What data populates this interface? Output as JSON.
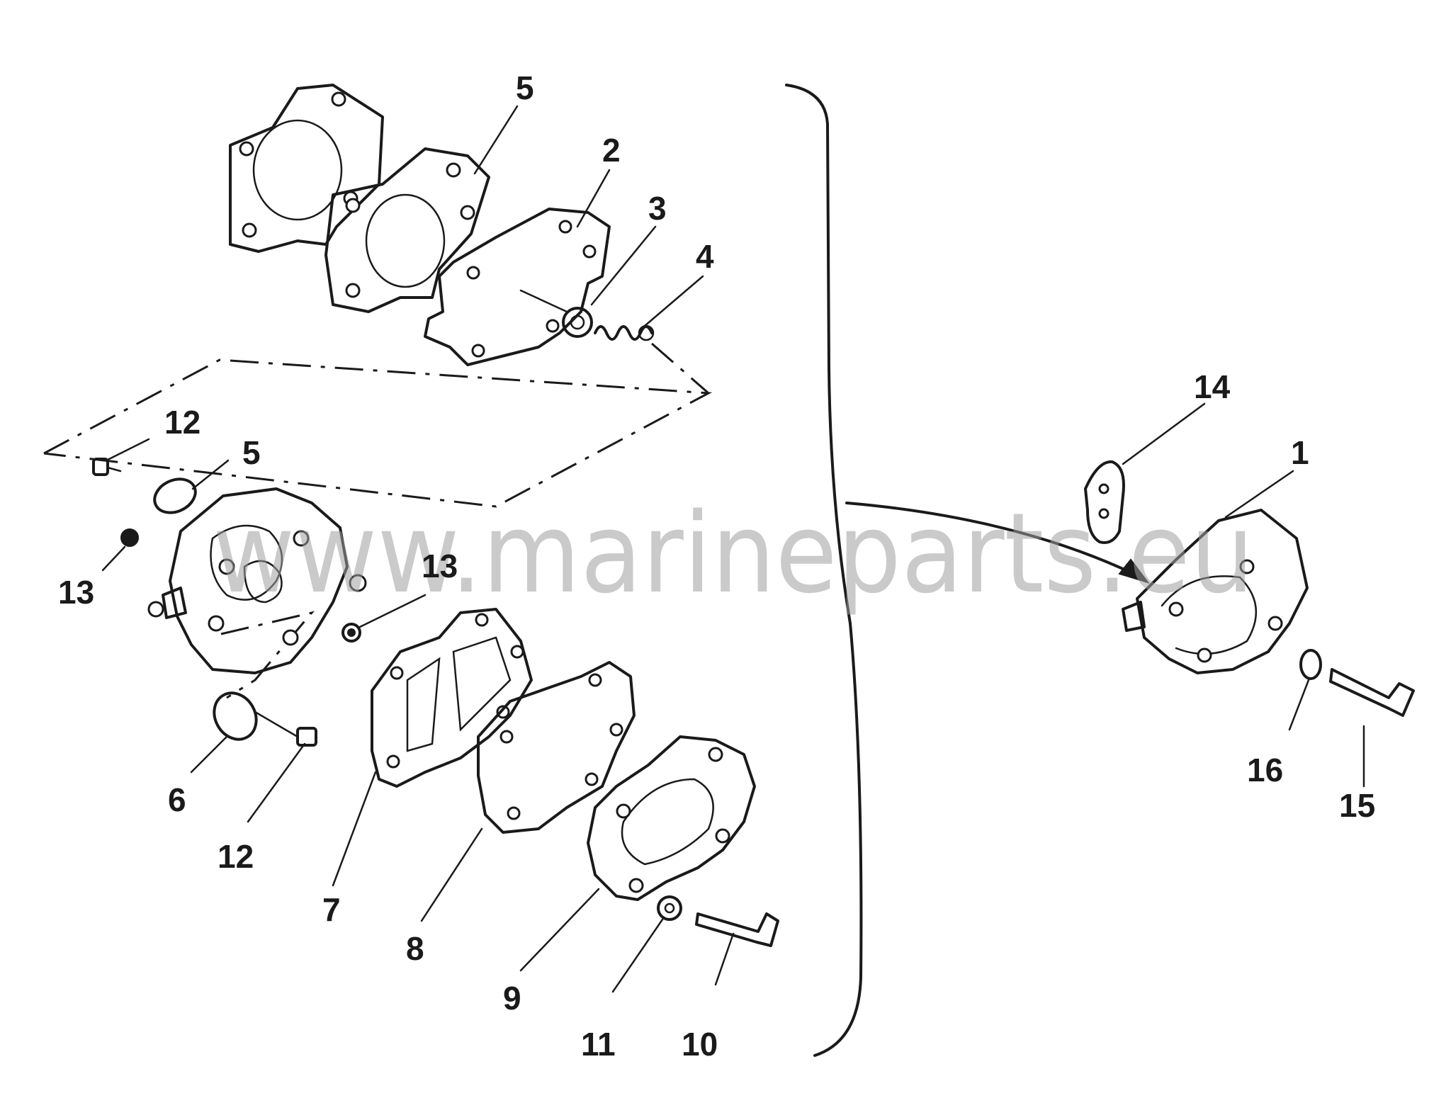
{
  "watermark": "www.marineparts.eu",
  "callouts": [
    {
      "id": "c5a",
      "text": "5"
    },
    {
      "id": "c2",
      "text": "2"
    },
    {
      "id": "c3",
      "text": "3"
    },
    {
      "id": "c4",
      "text": "4"
    },
    {
      "id": "c12a",
      "text": "12"
    },
    {
      "id": "c5b",
      "text": "5"
    },
    {
      "id": "c13a",
      "text": "13"
    },
    {
      "id": "c13b",
      "text": "13"
    },
    {
      "id": "c6",
      "text": "6"
    },
    {
      "id": "c12b",
      "text": "12"
    },
    {
      "id": "c7",
      "text": "7"
    },
    {
      "id": "c8",
      "text": "8"
    },
    {
      "id": "c9",
      "text": "9"
    },
    {
      "id": "c11",
      "text": "11"
    },
    {
      "id": "c10",
      "text": "10"
    },
    {
      "id": "c14",
      "text": "14"
    },
    {
      "id": "c1",
      "text": "1"
    },
    {
      "id": "c16",
      "text": "16"
    },
    {
      "id": "c15",
      "text": "15"
    }
  ]
}
